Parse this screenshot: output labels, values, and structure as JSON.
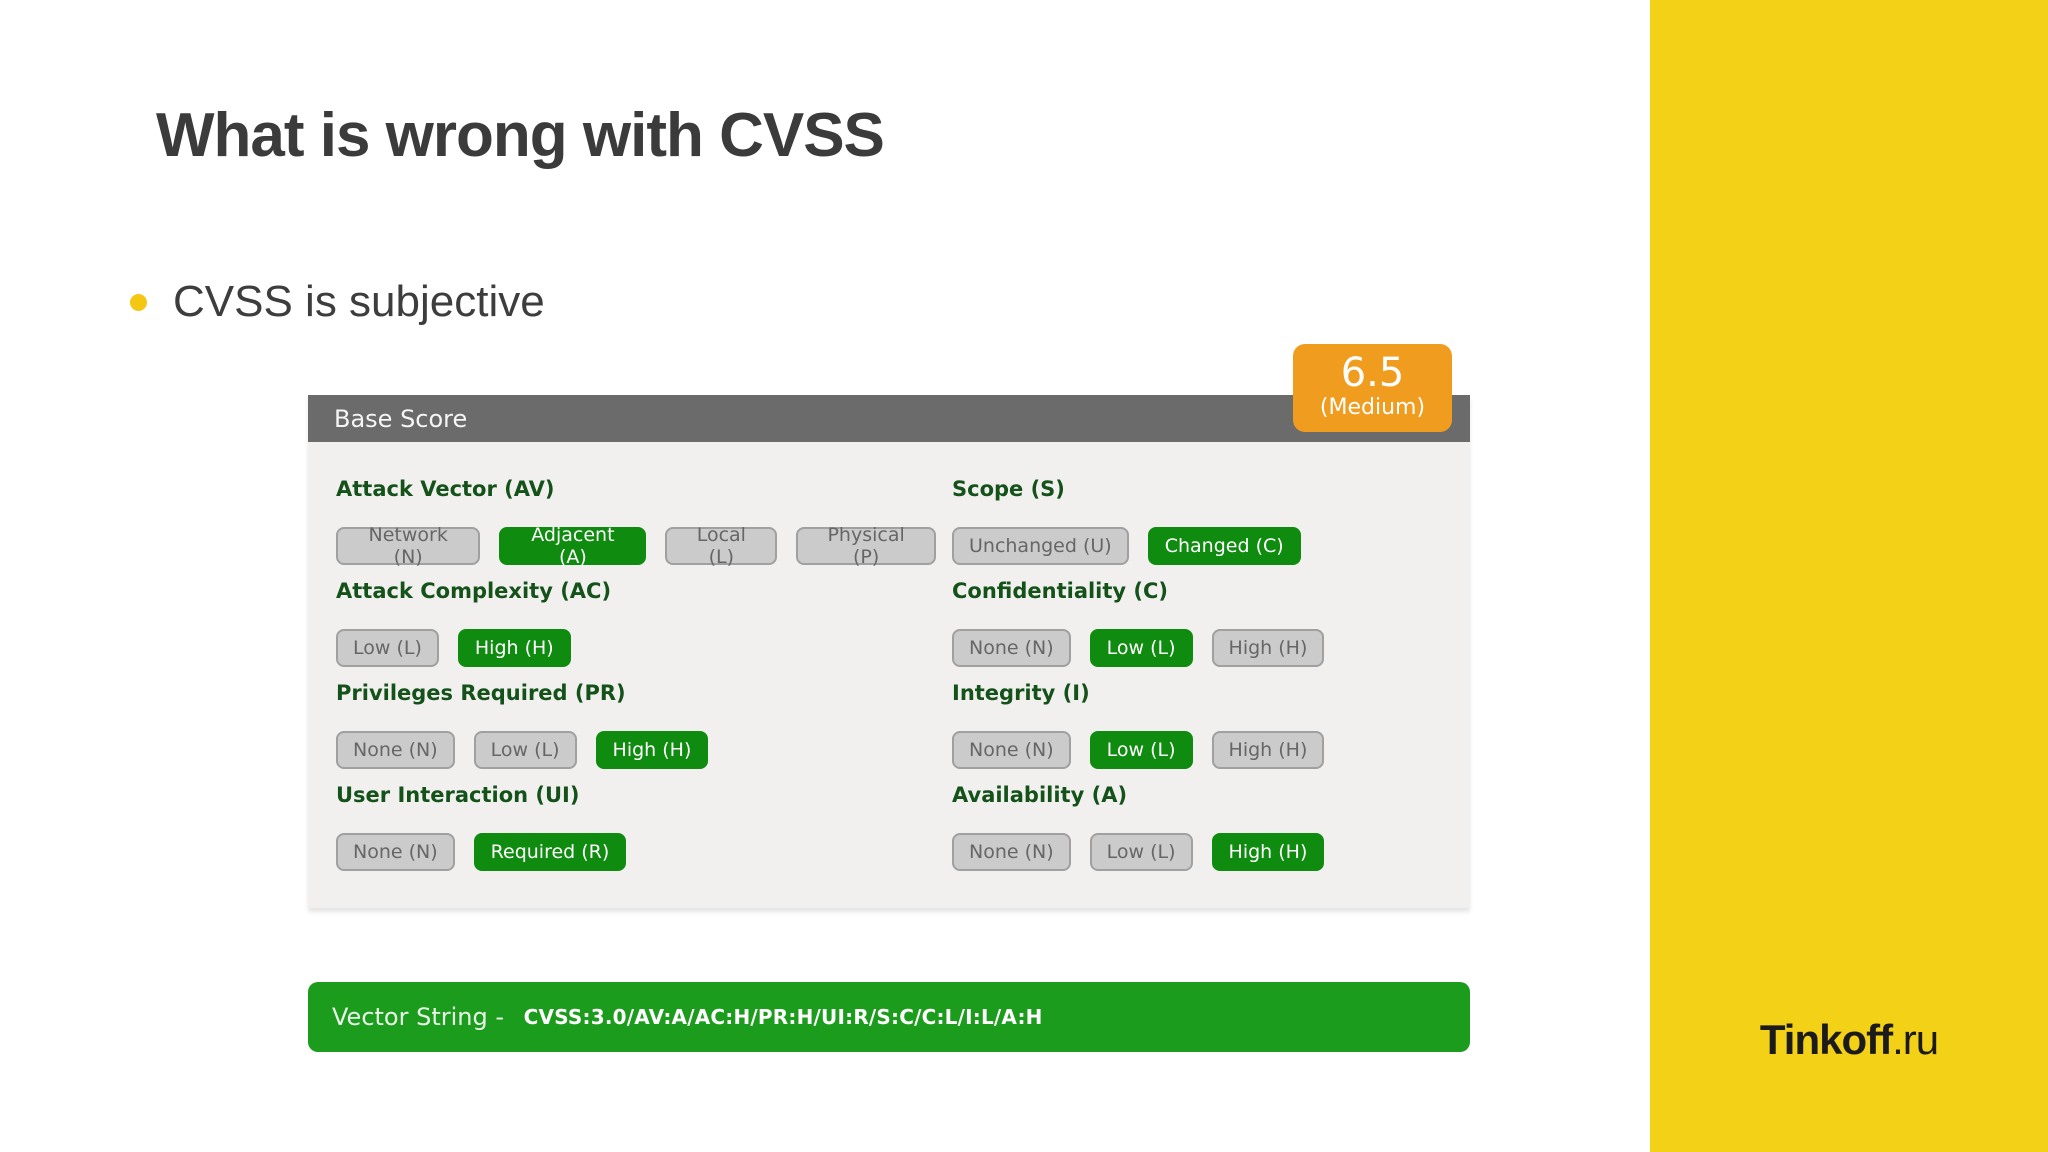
{
  "slide": {
    "title": "What is wrong with CVSS",
    "bullet": "CVSS is subjective"
  },
  "brand": {
    "logo_bold": "Tinkoff",
    "logo_suffix": ".ru"
  },
  "calculator": {
    "header_label": "Base Score",
    "score": {
      "value": "6.5",
      "severity_label": "(Medium)"
    },
    "groups_left": [
      {
        "label": "Attack Vector (AV)",
        "options": [
          {
            "label": "Network (N)",
            "selected": false
          },
          {
            "label": "Adjacent (A)",
            "selected": true
          },
          {
            "label": "Local (L)",
            "selected": false
          },
          {
            "label": "Physical (P)",
            "selected": false
          }
        ]
      },
      {
        "label": "Attack Complexity (AC)",
        "options": [
          {
            "label": "Low (L)",
            "selected": false
          },
          {
            "label": "High (H)",
            "selected": true
          }
        ]
      },
      {
        "label": "Privileges Required (PR)",
        "options": [
          {
            "label": "None (N)",
            "selected": false
          },
          {
            "label": "Low (L)",
            "selected": false
          },
          {
            "label": "High (H)",
            "selected": true
          }
        ]
      },
      {
        "label": "User Interaction (UI)",
        "options": [
          {
            "label": "None (N)",
            "selected": false
          },
          {
            "label": "Required (R)",
            "selected": true
          }
        ]
      }
    ],
    "groups_right": [
      {
        "label": "Scope (S)",
        "options": [
          {
            "label": "Unchanged (U)",
            "selected": false
          },
          {
            "label": "Changed (C)",
            "selected": true
          }
        ]
      },
      {
        "label": "Confidentiality (C)",
        "options": [
          {
            "label": "None (N)",
            "selected": false
          },
          {
            "label": "Low (L)",
            "selected": true
          },
          {
            "label": "High (H)",
            "selected": false
          }
        ]
      },
      {
        "label": "Integrity (I)",
        "options": [
          {
            "label": "None (N)",
            "selected": false
          },
          {
            "label": "Low (L)",
            "selected": true
          },
          {
            "label": "High (H)",
            "selected": false
          }
        ]
      },
      {
        "label": "Availability (A)",
        "options": [
          {
            "label": "None (N)",
            "selected": false
          },
          {
            "label": "Low (L)",
            "selected": false
          },
          {
            "label": "High (H)",
            "selected": true
          }
        ]
      }
    ],
    "vector_label": "Vector String - ",
    "vector_value": "CVSS:3.0/AV:A/AC:H/PR:H/UI:R/S:C/C:L/I:L/A:H"
  },
  "colors": {
    "band_yellow": "#F3D117",
    "bullet_yellow": "#F4C812",
    "score_orange": "#F09D1F",
    "selected_green": "#0F8B0F",
    "vector_green": "#1C9C1C",
    "heading_green": "#14521A",
    "header_gray": "#6B6B6B"
  }
}
